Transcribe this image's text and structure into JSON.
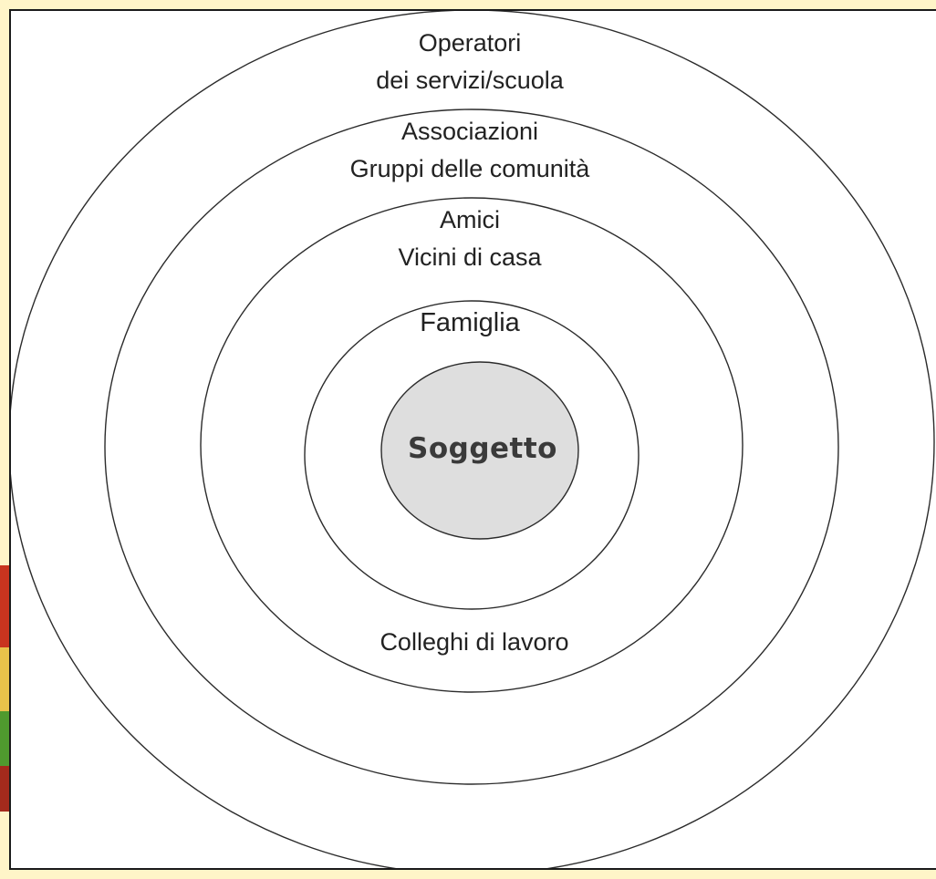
{
  "diagram": {
    "center": {
      "label": "Soggetto"
    },
    "rings": [
      {
        "lines": [
          "Famiglia"
        ]
      },
      {
        "lines": [
          "Amici",
          "Vicini di casa"
        ],
        "bottom_label": "Colleghi di lavoro"
      },
      {
        "lines": [
          "Associazioni",
          "Gruppi delle comunità"
        ]
      },
      {
        "lines": [
          "Operatori",
          "dei servizi/scuola"
        ]
      }
    ]
  },
  "colors": {
    "background_border": "#fff5c8",
    "center_fill": "#dedede",
    "stroke": "#2b2b2b"
  }
}
